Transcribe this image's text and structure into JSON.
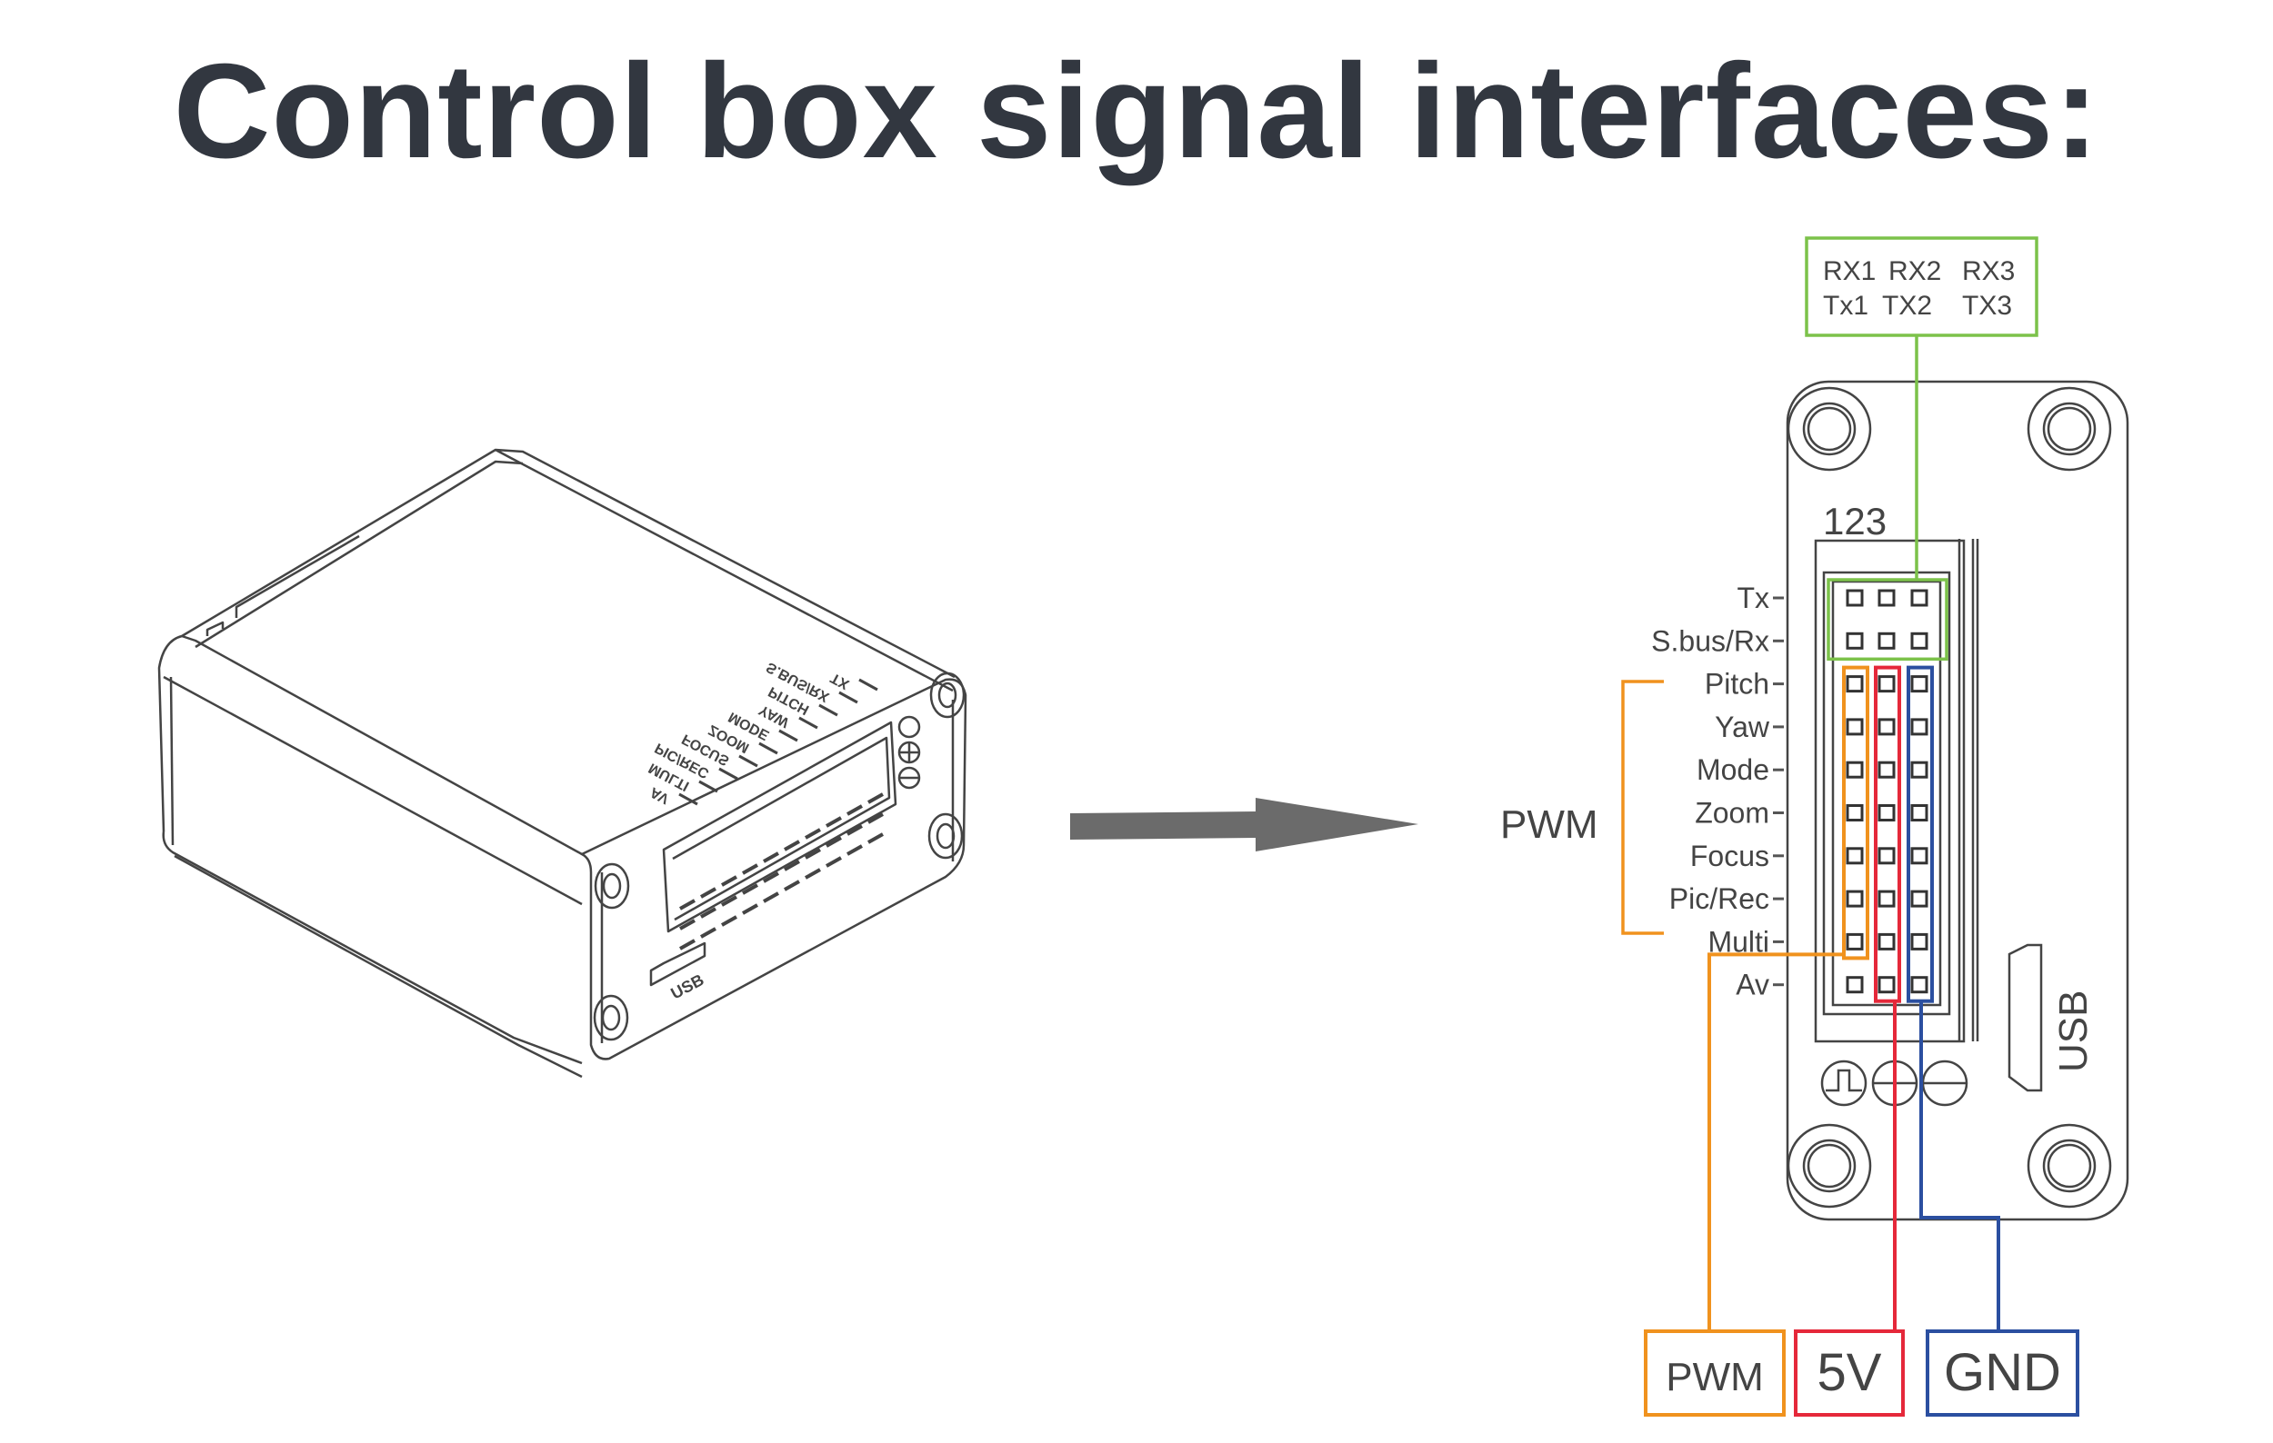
{
  "title": "Control box signal interfaces:",
  "colors": {
    "title": "#323740",
    "line": "#444444",
    "arrow": "#6b6b6b",
    "uart": "#7cc24a",
    "pwm": "#f0921e",
    "power": "#e5283a",
    "ground": "#2b4fa0"
  },
  "device_3d": {
    "silkscreen_labels": [
      "TX",
      "S.BUS/RX",
      "PITCH",
      "YAW",
      "MODE",
      "ZOOM",
      "FOCUS",
      "PIC/REC",
      "MULTI",
      "AV"
    ],
    "usb_label": "USB"
  },
  "arrow": {
    "direction": "right"
  },
  "pinout": {
    "uart_box": {
      "row1": [
        "RX1",
        "RX2",
        "RX3"
      ],
      "row2": [
        "Tx1",
        "TX2",
        "TX3"
      ]
    },
    "column_numbers": "123",
    "pin_labels": [
      "Tx",
      "S.bus/Rx",
      "Pitch",
      "Yaw",
      "Mode",
      "Zoom",
      "Focus",
      "Pic/Rec",
      "Multi",
      "Av"
    ],
    "pwm_group_label": "PWM",
    "usb_label": "USB",
    "symbols": [
      "signal-pulse",
      "plus",
      "minus"
    ],
    "legend": [
      {
        "label": "PWM",
        "color": "#f0921e"
      },
      {
        "label": "5V",
        "color": "#e5283a"
      },
      {
        "label": "GND",
        "color": "#2b4fa0"
      }
    ]
  }
}
